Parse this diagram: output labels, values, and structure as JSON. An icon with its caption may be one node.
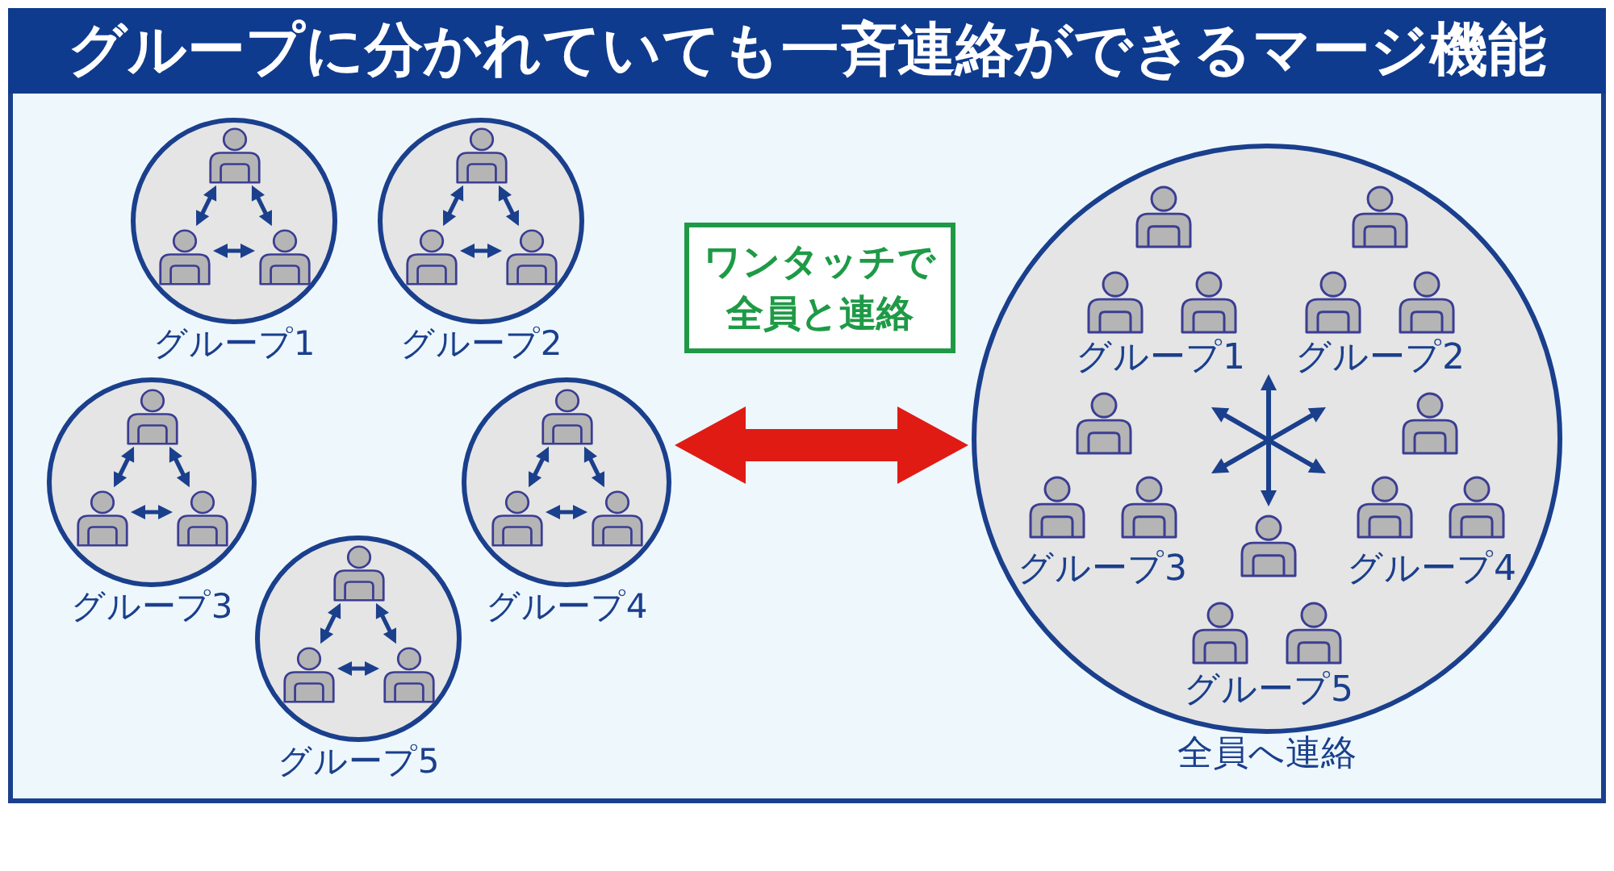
{
  "diagram": {
    "title": "グループに分かれていても一斉連絡ができるマージ機能",
    "nodes": [
      {
        "text": [
          "グループ1"
        ]
      },
      {
        "text": [],
        "shape": "person",
        "in": 0
      },
      {
        "text": [],
        "shape": "person",
        "in": 0
      },
      {
        "text": [],
        "shape": "person",
        "in": 0
      },
      {
        "text": [
          "グループ2"
        ]
      },
      {
        "text": [],
        "shape": "person",
        "in": 4
      },
      {
        "text": [],
        "shape": "person",
        "in": 4
      },
      {
        "text": [],
        "shape": "person",
        "in": 4
      },
      {
        "text": [
          "グループ3"
        ]
      },
      {
        "text": [],
        "shape": "person",
        "in": 8
      },
      {
        "text": [],
        "shape": "person",
        "in": 8
      },
      {
        "text": [],
        "shape": "person",
        "in": 8
      },
      {
        "text": [
          "グループ4"
        ]
      },
      {
        "text": [],
        "shape": "person",
        "in": 12
      },
      {
        "text": [],
        "shape": "person",
        "in": 12
      },
      {
        "text": [],
        "shape": "person",
        "in": 12
      },
      {
        "text": [
          "グループ5"
        ]
      },
      {
        "text": [],
        "shape": "person",
        "in": 16
      },
      {
        "text": [],
        "shape": "person",
        "in": 16
      },
      {
        "text": [],
        "shape": "person",
        "in": 16
      },
      {
        "text": [
          "ワンタッチで全員と連絡"
        ]
      },
      {
        "text": [
          "全員へ連絡"
        ]
      }
    ],
    "edges": [
      {
        "from": 1,
        "to": 2,
        "arrow": "both"
      },
      {
        "from": 1,
        "to": 3,
        "arrow": "both"
      },
      {
        "from": 2,
        "to": 3,
        "arrow": "both"
      },
      {
        "from": 5,
        "to": 6,
        "arrow": "both"
      },
      {
        "from": 5,
        "to": 7,
        "arrow": "both"
      },
      {
        "from": 6,
        "to": 7,
        "arrow": "both"
      },
      {
        "from": 9,
        "to": 10,
        "arrow": "both"
      },
      {
        "from": 9,
        "to": 11,
        "arrow": "both"
      },
      {
        "from": 10,
        "to": 11,
        "arrow": "both"
      },
      {
        "from": 13,
        "to": 14,
        "arrow": "both"
      },
      {
        "from": 13,
        "to": 15,
        "arrow": "both"
      },
      {
        "from": 14,
        "to": 15,
        "arrow": "both"
      },
      {
        "from": 17,
        "to": 18,
        "arrow": "both"
      },
      {
        "from": 17,
        "to": 19,
        "arrow": "both"
      },
      {
        "from": 18,
        "to": 19,
        "arrow": "both"
      },
      {
        "from": 12,
        "to": 21,
        "arrow": "both",
        "style": "thick",
        "color": "#e01b14"
      }
    ],
    "labels": [
      "グループ1",
      "グループ2",
      "グループ3",
      "グループ4",
      "グループ5"
    ]
  }
}
